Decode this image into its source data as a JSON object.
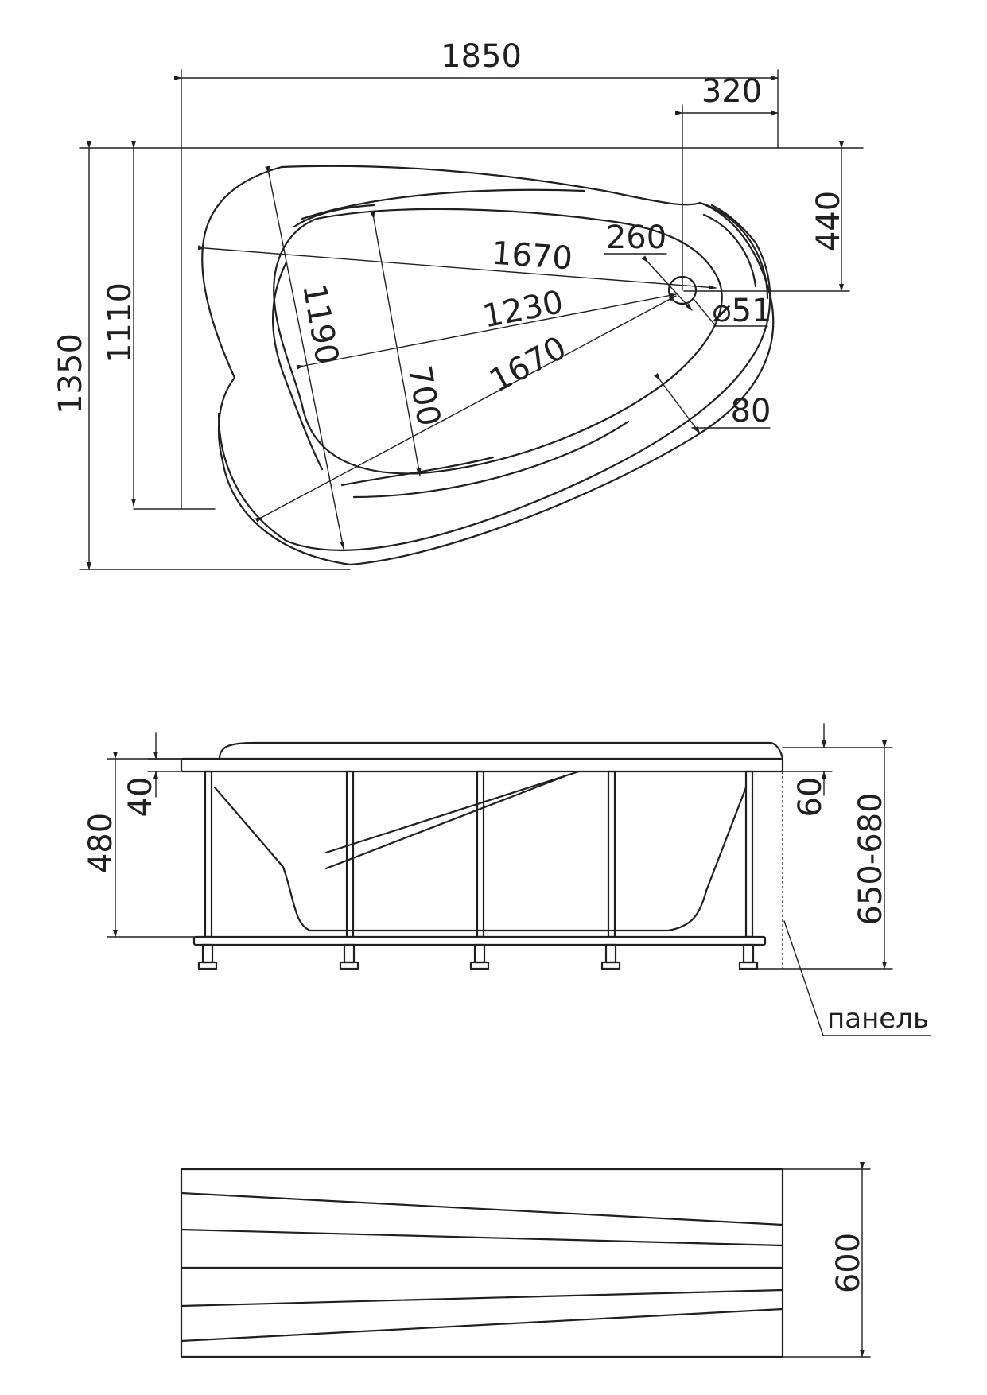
{
  "top_view": {
    "dims": {
      "length": "1850",
      "drain_offset": "320",
      "drain_depth_side": "440",
      "width_total": "1350",
      "width_short": "1110",
      "inner_diag_upper": "1670",
      "drain_circle": "260",
      "inner_axis": "1230",
      "inner_diag_lower": "1670",
      "drain_diameter": "⌀51",
      "cross_1190": "1190",
      "cross_700": "700",
      "rim": "80"
    }
  },
  "side_view": {
    "dims": {
      "rim_40": "40",
      "depth_480": "480",
      "top_60": "60",
      "height_range": "650-680"
    },
    "panel_label": "панель"
  },
  "panel_view": {
    "dims": {
      "height_600": "600"
    }
  }
}
